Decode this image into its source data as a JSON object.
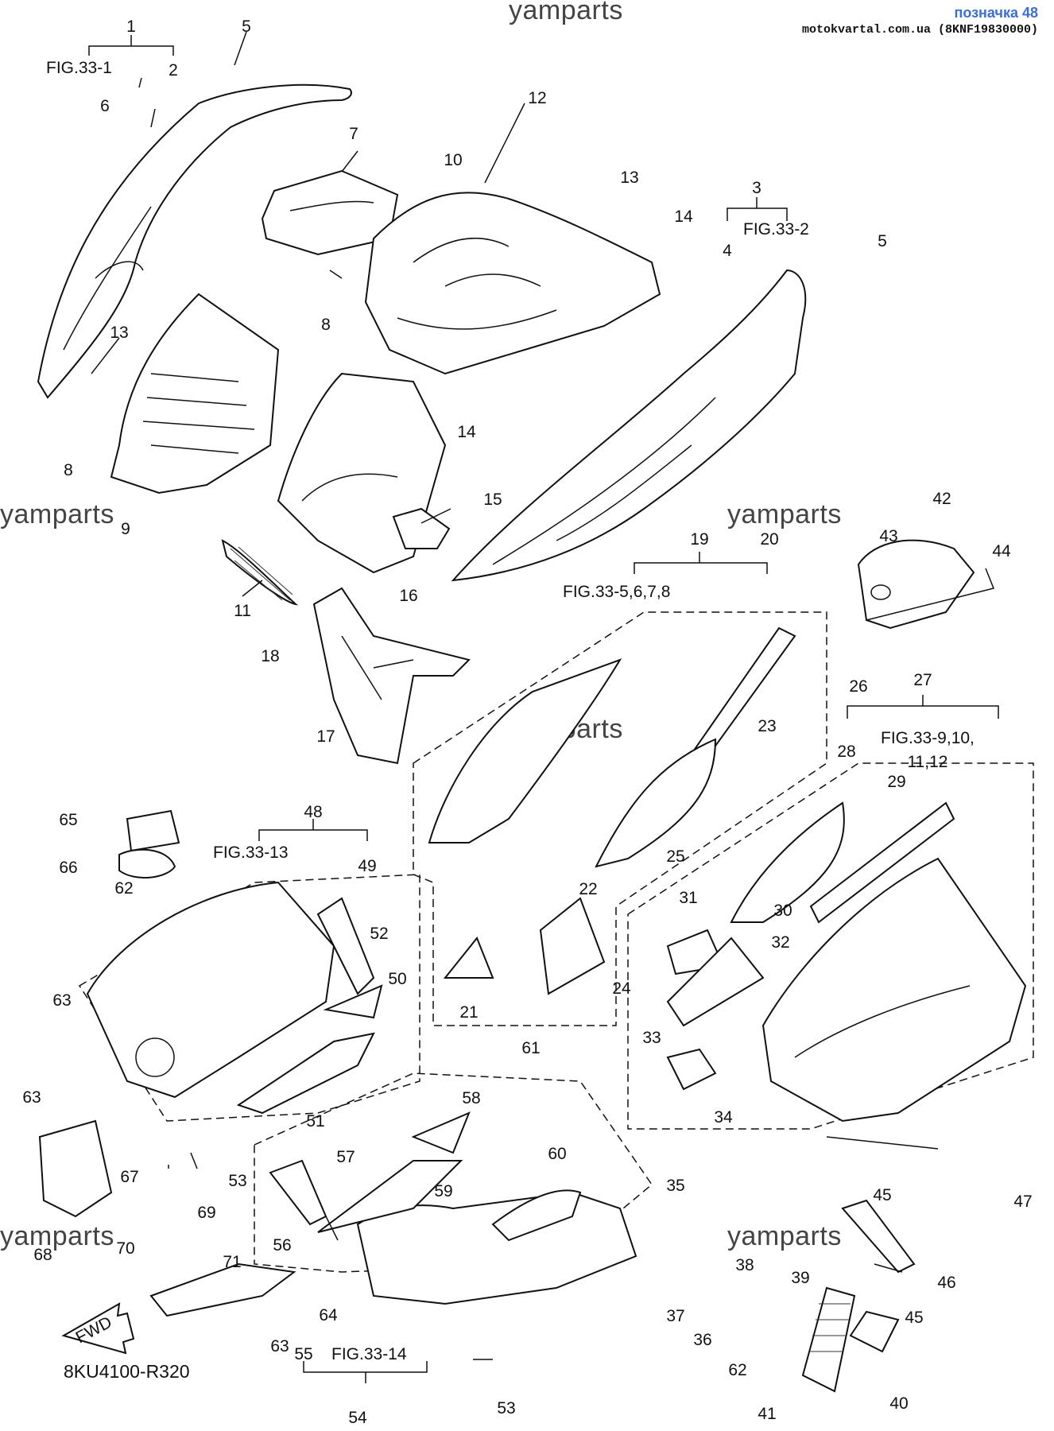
{
  "watermark": "yamparts",
  "tag": {
    "title": "позначка 48",
    "source": "motokvartal.com.ua (8KNF19830000)"
  },
  "diagram_code": "8KU4100-R320",
  "fwd_label": "FWD",
  "fig_refs": {
    "fig_33_1": "FIG.33-1",
    "fig_33_2": "FIG.33-2",
    "fig_33_5": "FIG.33-5,6,7,8",
    "fig_33_9": "FIG.33-9,10,\n11,12",
    "fig_33_13": "FIG.33-13",
    "fig_33_14": "FIG.33-14"
  },
  "callouts": [
    "1",
    "2",
    "3",
    "4",
    "5",
    "5",
    "6",
    "7",
    "8",
    "8",
    "9",
    "10",
    "11",
    "12",
    "13",
    "13",
    "14",
    "14",
    "15",
    "16",
    "17",
    "18",
    "19",
    "20",
    "21",
    "22",
    "23",
    "24",
    "25",
    "26",
    "27",
    "28",
    "29",
    "30",
    "31",
    "32",
    "33",
    "34",
    "35",
    "36",
    "37",
    "38",
    "39",
    "40",
    "41",
    "42",
    "43",
    "44",
    "45",
    "45",
    "46",
    "47",
    "48",
    "49",
    "50",
    "51",
    "52",
    "53",
    "53",
    "54",
    "55",
    "56",
    "57",
    "58",
    "59",
    "60",
    "61",
    "62",
    "62",
    "63",
    "63",
    "63",
    "64",
    "65",
    "66",
    "67",
    "68",
    "69",
    "70",
    "71"
  ]
}
